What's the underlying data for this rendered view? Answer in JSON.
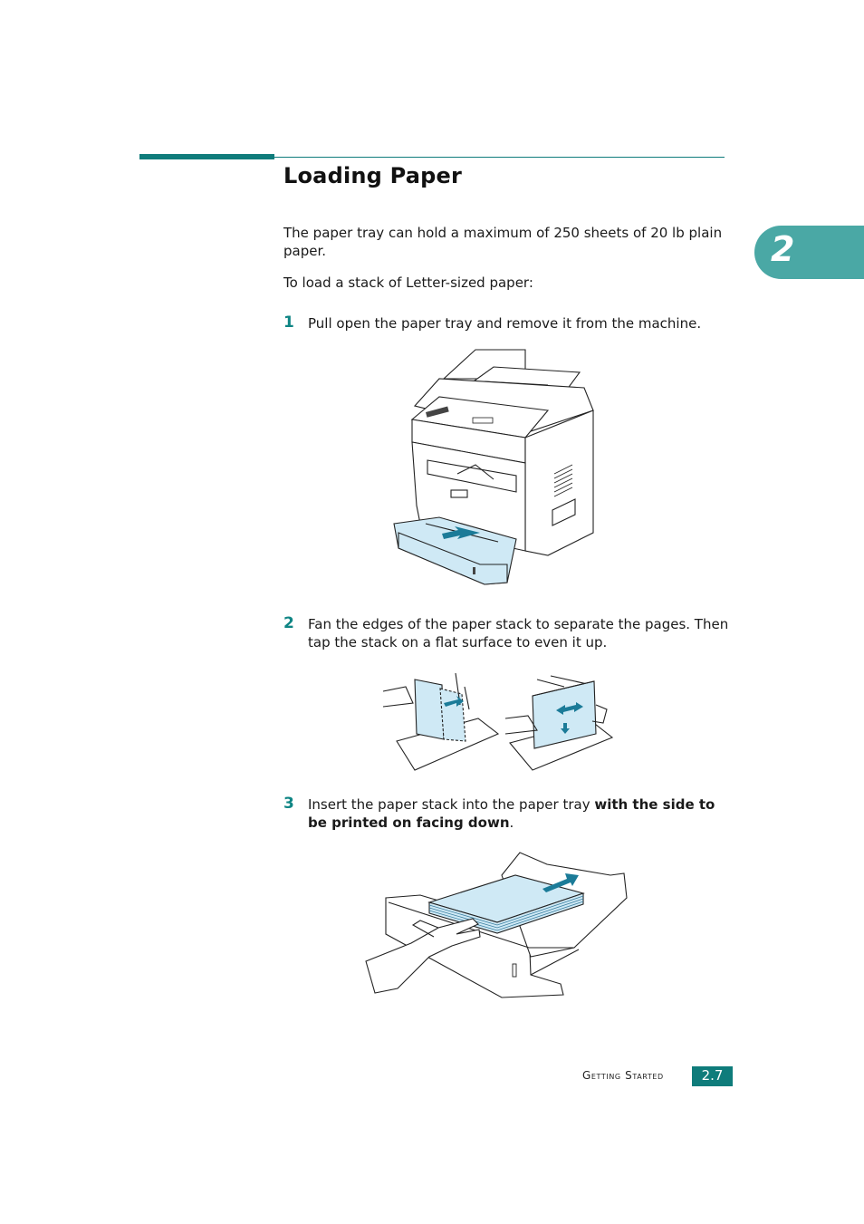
{
  "title": "Loading Paper",
  "intro": "The paper tray can hold a maximum of 250 sheets of 20 lb plain paper.",
  "lead": "To load a stack of Letter-sized paper:",
  "steps": [
    {
      "num": "1",
      "text": "Pull open the paper tray and remove it from the machine."
    },
    {
      "num": "2",
      "text": "Fan the edges of the paper stack to separate the pages. Then tap the stack on a flat surface to even it up."
    },
    {
      "num": "3",
      "text_before": "Insert the paper stack into the paper tray ",
      "text_bold": "with the side to be printed on facing down",
      "text_after": "."
    }
  ],
  "chapter_tab": "2",
  "footer": {
    "section": "Getting Started",
    "page": "2.7"
  },
  "colors": {
    "accent": "#0f7c7b",
    "tab": "#4aa8a5",
    "paper": "#cfe9f5",
    "arrow": "#1b7b98"
  }
}
